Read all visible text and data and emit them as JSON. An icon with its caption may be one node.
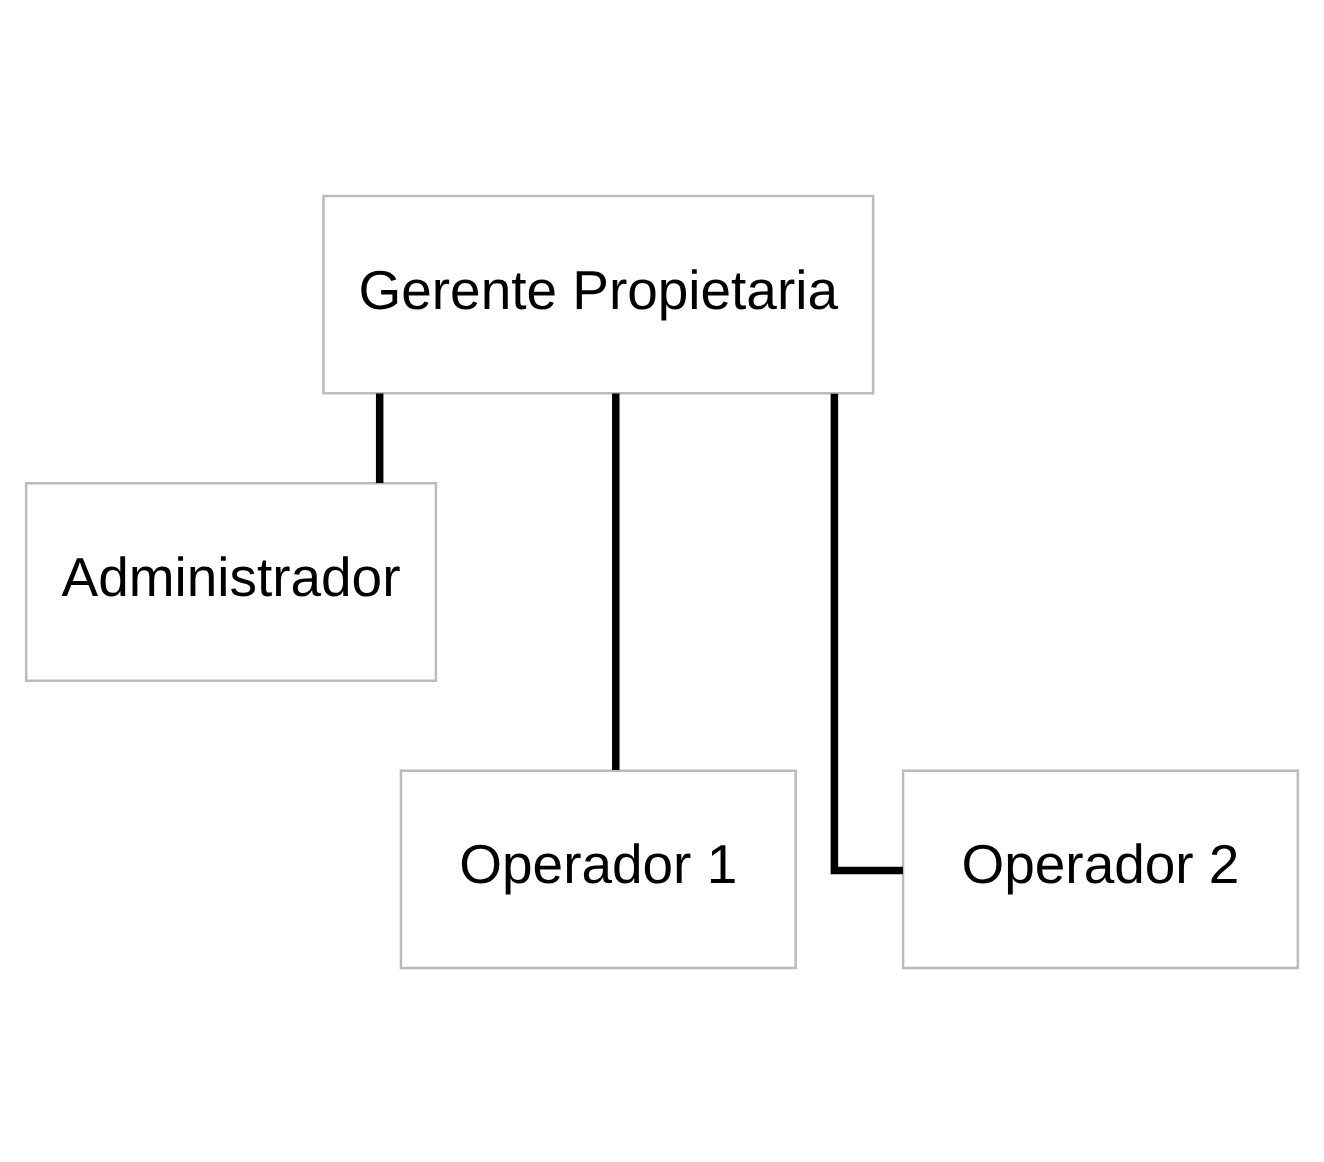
{
  "diagram": {
    "nodes": [
      {
        "text": [
          "Gerente Propietaria"
        ]
      },
      {
        "text": [
          "Administrador"
        ]
      },
      {
        "text": [
          "Operador 1"
        ]
      },
      {
        "text": [
          "Operador 2"
        ]
      }
    ],
    "edges": [
      {
        "from": 0,
        "to": 1,
        "arrow": "none"
      },
      {
        "from": 0,
        "to": 2,
        "arrow": "none"
      },
      {
        "from": 0,
        "to": 3,
        "arrow": "none"
      }
    ]
  }
}
